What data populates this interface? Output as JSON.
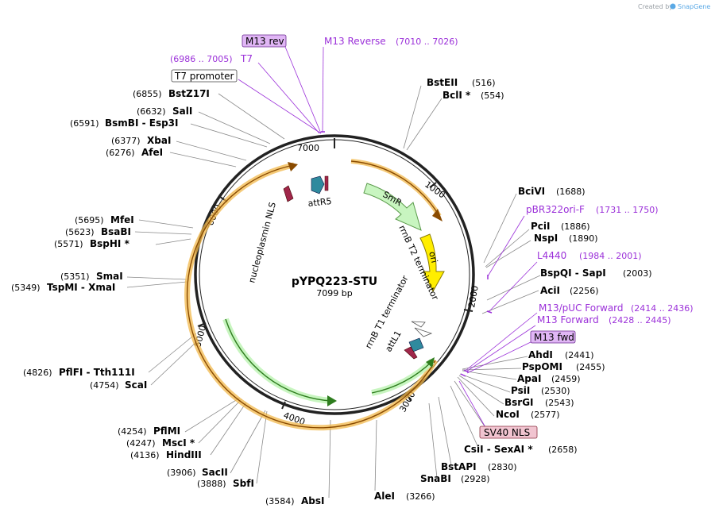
{
  "credit": "Created by",
  "brand": "SnapGene",
  "plasmid": {
    "name": "pYPQ223-STU",
    "size": "7099 bp"
  },
  "ticks": [
    "1000",
    "2000",
    "3000",
    "4000",
    "5000",
    "6000",
    "7000"
  ],
  "primer_boxes": [
    {
      "id": "m13rev",
      "label": "M13 rev"
    },
    {
      "id": "m13fwd",
      "label": "M13 fwd"
    },
    {
      "id": "sv40",
      "label": "SV40 NLS"
    },
    {
      "id": "t7prom",
      "label": "T7 promoter"
    }
  ],
  "primers": [
    {
      "id": "m13reverse",
      "name": "M13 Reverse",
      "range": "(7010 .. 7026)"
    },
    {
      "id": "t7",
      "name": "T7",
      "range": "(6986 .. 7005)"
    },
    {
      "id": "pbr322",
      "name": "pBR322ori-F",
      "range": "(1731 .. 1750)"
    },
    {
      "id": "l4440",
      "name": "L4440",
      "range": "(1984 .. 2001)"
    },
    {
      "id": "m13puc",
      "name": "M13/pUC Forward",
      "range": "(2414 .. 2436)"
    },
    {
      "id": "m13forward",
      "name": "M13 Forward",
      "range": "(2428 .. 2445)"
    }
  ],
  "sites_right": [
    {
      "id": "bsteii",
      "name": "BstEII",
      "pos": "(516)"
    },
    {
      "id": "bcli",
      "name": "BclI *",
      "pos": "(554)"
    },
    {
      "id": "bcivi",
      "name": "BciVI",
      "pos": "(1688)"
    },
    {
      "id": "pcii",
      "name": "PciI",
      "pos": "(1886)"
    },
    {
      "id": "nspi",
      "name": "NspI",
      "pos": "(1890)"
    },
    {
      "id": "bspqi",
      "name": "BspQI  - SapI",
      "pos": "(2003)"
    },
    {
      "id": "acii",
      "name": "AciI",
      "pos": "(2256)"
    },
    {
      "id": "ahdi",
      "name": "AhdI",
      "pos": "(2441)"
    },
    {
      "id": "pspomi",
      "name": "PspOMI",
      "pos": "(2455)"
    },
    {
      "id": "apai",
      "name": "ApaI",
      "pos": "(2459)"
    },
    {
      "id": "psii",
      "name": "PsiI",
      "pos": "(2530)"
    },
    {
      "id": "bsrgi",
      "name": "BsrGI",
      "pos": "(2543)"
    },
    {
      "id": "ncoi",
      "name": "NcoI",
      "pos": "(2577)"
    },
    {
      "id": "csii",
      "name": "CsiI  - SexAI *",
      "pos": "(2658)"
    },
    {
      "id": "bstapi",
      "name": "BstAPI",
      "pos": "(2830)"
    },
    {
      "id": "snabi",
      "name": "SnaBI",
      "pos": "(2928)"
    },
    {
      "id": "alei",
      "name": "AleI",
      "pos": "(3266)"
    }
  ],
  "sites_left": [
    {
      "id": "bstz17i",
      "name": "BstZ17I",
      "pos": "(6855)"
    },
    {
      "id": "sali",
      "name": "SalI",
      "pos": "(6632)"
    },
    {
      "id": "bsmbi",
      "name": "BsmBI  - Esp3I",
      "pos": "(6591)"
    },
    {
      "id": "xbai",
      "name": "XbaI",
      "pos": "(6377)"
    },
    {
      "id": "afei",
      "name": "AfeI",
      "pos": "(6276)"
    },
    {
      "id": "mfei",
      "name": "MfeI",
      "pos": "(5695)"
    },
    {
      "id": "bsabi",
      "name": "BsaBI",
      "pos": "(5623)"
    },
    {
      "id": "bsphi",
      "name": "BspHI *",
      "pos": "(5571)"
    },
    {
      "id": "smai",
      "name": "SmaI",
      "pos": "(5351)"
    },
    {
      "id": "tspmi",
      "name": "TspMI  - XmaI",
      "pos": "(5349)"
    },
    {
      "id": "pflfi",
      "name": "PflFI  - Tth111I",
      "pos": "(4826)"
    },
    {
      "id": "scai",
      "name": "ScaI",
      "pos": "(4754)"
    },
    {
      "id": "pflmi",
      "name": "PflMI",
      "pos": "(4254)"
    },
    {
      "id": "msci",
      "name": "MscI *",
      "pos": "(4247)"
    },
    {
      "id": "hindiii",
      "name": "HindIII",
      "pos": "(4136)"
    },
    {
      "id": "sacii",
      "name": "SacII",
      "pos": "(3906)"
    },
    {
      "id": "sbfi",
      "name": "SbfI",
      "pos": "(3888)"
    },
    {
      "id": "absi",
      "name": "AbsI",
      "pos": "(3584)"
    }
  ],
  "features": {
    "smr": "SmR",
    "ori": "ori",
    "rrnb_t2": "rrnB T2 terminator",
    "rrnb_t1": "rrnB T1 terminator",
    "attl1": "attL1",
    "attr5": "attR5",
    "nucleoplasmin": "nucleoplasmin NLS"
  },
  "colors": {
    "backbone": "#222222",
    "orange_feature": "#f2b84b",
    "green_feature": "#c8f5c0",
    "ori_yellow": "#ffee00",
    "teal_att": "#2f8a9e",
    "nls_maroon": "#a0264a",
    "primer_purple": "#9b30d9",
    "primer_box_fill": "#e0b6f5",
    "sv40_box_fill": "#f1c4d0"
  }
}
